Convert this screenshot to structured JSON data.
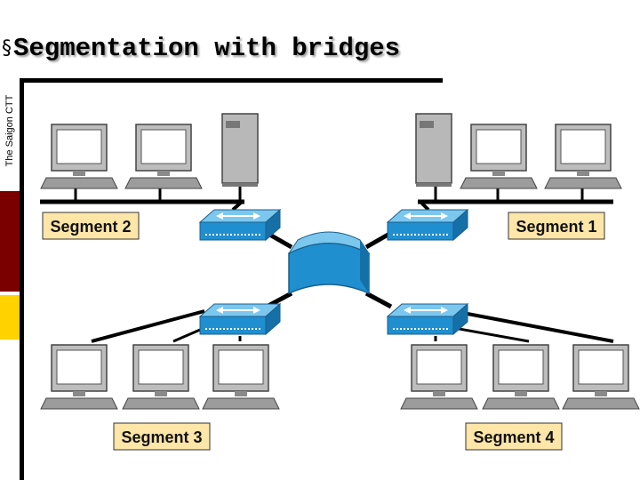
{
  "sidebar": {
    "vertical_text": "The Saigon CTT",
    "bars": [
      {
        "color": "#ffffff"
      },
      {
        "color": "#7a0000"
      },
      {
        "color": "#ffd200"
      },
      {
        "color": "#ffffff"
      }
    ]
  },
  "slide": {
    "bullet": "§",
    "title": "Segmentation with bridges"
  },
  "diagram": {
    "segments": [
      {
        "label": "Segment 2",
        "icon": "computer-icon"
      },
      {
        "label": "Segment 1",
        "icon": "computer-icon"
      },
      {
        "label": "Segment 3",
        "icon": "computer-icon"
      },
      {
        "label": "Segment 4",
        "icon": "computer-icon"
      }
    ],
    "central_device_icon": "bridge-icon",
    "switch_icon": "switch-icon",
    "server_icon": "server-icon",
    "colors": {
      "label_fill": "#fde6a8",
      "device_blue": "#1f8fd0",
      "device_top": "#7cc7ee",
      "cable": "#000000"
    }
  }
}
